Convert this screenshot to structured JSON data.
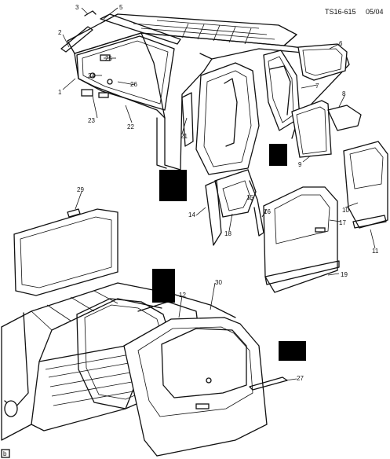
{
  "diagram": {
    "reference": "TS16-615",
    "date": "05/04",
    "corner_mark": "b",
    "callouts": [
      "1",
      "2",
      "3",
      "5",
      "6",
      "7",
      "8",
      "9",
      "10",
      "11",
      "12",
      "14",
      "15",
      "16",
      "17",
      "18",
      "19",
      "21",
      "22",
      "23",
      "24",
      "25",
      "26",
      "27",
      "29",
      "30"
    ]
  }
}
